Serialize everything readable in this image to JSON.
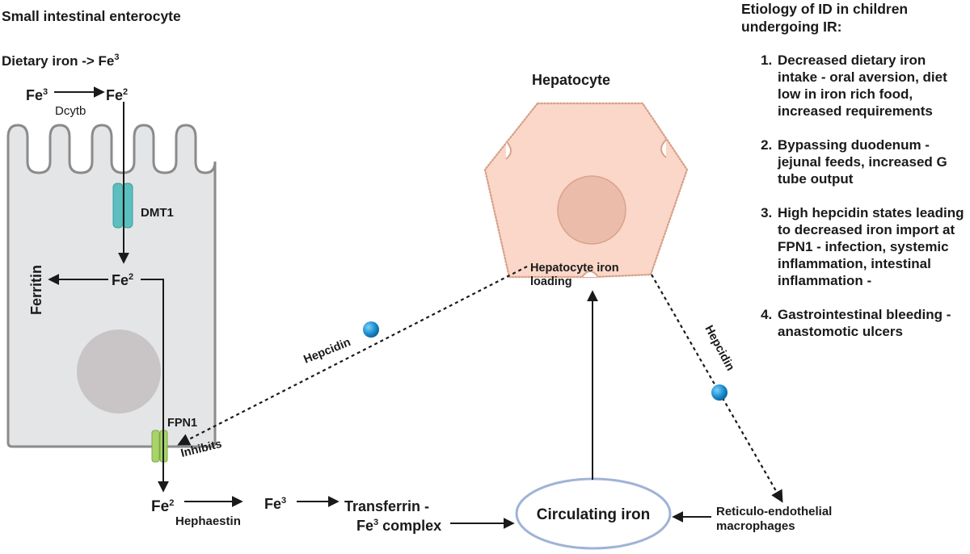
{
  "enterocyte": {
    "title": "Small intestinal enterocyte",
    "dietary": "Dietary iron -> Fe",
    "dietary_sup": "3",
    "fe3": "Fe",
    "fe3_sup": "3",
    "fe2_top": "Fe",
    "fe2_top_sup": "2",
    "dcytb": "Dcytb",
    "dmt1": "DMT1",
    "fe2_mid": "Fe",
    "fe2_mid_sup": "2",
    "ferritin": "Ferritin",
    "fpn1": "FPN1",
    "inhibits": "Inhibits"
  },
  "pathway": {
    "fe2": "Fe",
    "fe2_sup": "2",
    "hephaestin": "Hephaestin",
    "fe3": "Fe",
    "fe3_sup": "3",
    "transferrin_line1": "Transferrin -",
    "transferrin_line2": "Fe",
    "transferrin_sup": "3",
    "transferrin_line2_tail": " complex",
    "circulating": "Circulating iron",
    "retic_line1": "Reticulo-endothelial",
    "retic_line2": "macrophages"
  },
  "hepatocyte": {
    "title": "Hepatocyte",
    "loading_line1": "Hepatocyte iron",
    "loading_line2": "loading",
    "hepcidin_left": "Hepcidin",
    "hepcidin_right": "Hepcidin"
  },
  "etiology": {
    "title": "Etiology of ID in children undergoing IR:",
    "items": [
      "Decreased dietary iron intake - oral aversion, diet low in iron rich food, increased requirements",
      "Bypassing duodenum - jejunal feeds, increased G tube output",
      "High hepcidin states leading to decreased iron import at FPN1 - infection, systemic inflammation, intestinal inflammation -",
      "Gastrointestinal bleeding - anastomotic ulcers"
    ]
  },
  "colors": {
    "cell_fill": "#e4e5e6",
    "cell_stroke": "#8b8b8b",
    "nucleus": "#c9c4c5",
    "hepatocyte_fill": "#fbd7c9",
    "hepatocyte_stroke": "#d7a38c",
    "hep_nucleus": "#ecbcab",
    "dmt1": "#5bbfbf",
    "fpn1": "#a8d36a",
    "hepcidin": "#1b8fd1",
    "loading_text": "#b0282b",
    "ellipse_stroke": "#9fb3d6"
  }
}
